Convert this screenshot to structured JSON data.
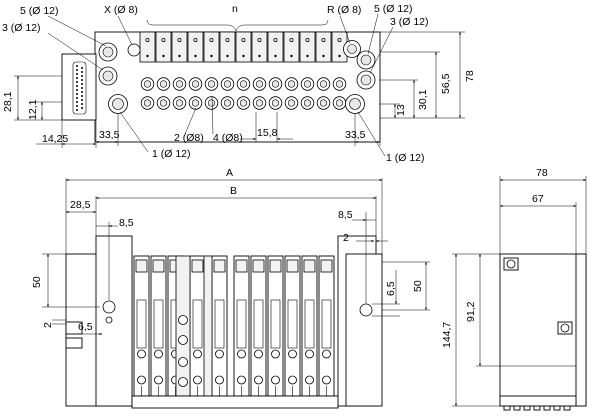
{
  "colors": {
    "line": "#000000",
    "background": "#ffffff",
    "fill_light": "#f2f2f2"
  },
  "top_view": {
    "top_labels": {
      "port5_left": "5 (Ø 12)",
      "portX": "X (Ø 8)",
      "n": "n",
      "portR": "R (Ø 8)",
      "port5_right": "5 (Ø 12)",
      "port3_left": "3 (Ø 12)",
      "port3_right": "3 (Ø 12)"
    },
    "bottom_labels": {
      "port2": "2 (Ø8)",
      "port4": "4 (Ø8)",
      "port1_left": "1 (Ø 12)",
      "port1_right": "1 (Ø 12)"
    },
    "dims": {
      "d28_1": "28,1",
      "d12_1": "12,1",
      "d14_25": "14,25",
      "d33_5_left": "33,5",
      "d15_8": "15,8",
      "d33_5_right": "33,5",
      "d13": "13",
      "d30_1": "30,1",
      "d56_5": "56,5",
      "d78": "78"
    }
  },
  "front_view": {
    "dims": {
      "A": "A",
      "B": "B",
      "d28_5": "28,5",
      "d8_5_left": "8,5",
      "d8_5_right": "8,5",
      "d2_top": "2",
      "d50_left": "50",
      "d2_left": "2",
      "d6_5_left": "6,5",
      "d6_5_right": "6,5",
      "d50_right": "50"
    }
  },
  "side_view": {
    "dims": {
      "d78": "78",
      "d67": "67",
      "d91_2": "91,2",
      "d144_7": "144,7"
    }
  }
}
